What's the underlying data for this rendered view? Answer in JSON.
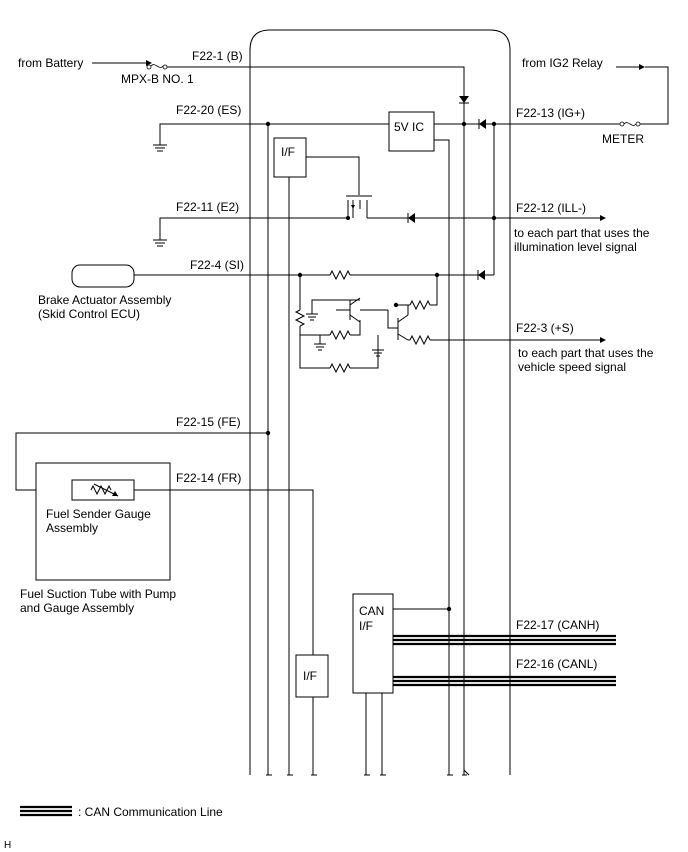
{
  "labels": {
    "from_battery": "from Battery",
    "mpx_b": "MPX-B NO. 1",
    "pin_b": "F22-1 (B)",
    "from_ig2": "from IG2 Relay",
    "pin_ig": "F22-13 (IG+)",
    "meter_fuse": "METER",
    "pin_es": "F22-20 (ES)",
    "ic_5v": "5V IC",
    "if_top": "I/F",
    "pin_e2": "F22-11 (E2)",
    "pin_ill": "F22-12 (ILL-)",
    "ill_note_1": "to each part that uses the",
    "ill_note_2": "illumination level signal",
    "pin_si": "F22-4 (SI)",
    "brake_1": "Brake Actuator Assembly",
    "brake_2": "(Skid Control ECU)",
    "pin_s": "F22-3 (+S)",
    "spd_note_1": "to each part that uses the",
    "spd_note_2": "vehicle speed signal",
    "pin_fe": "F22-15 (FE)",
    "pin_fr": "F22-14 (FR)",
    "sender_1": "Fuel Sender Gauge",
    "sender_2": "Assembly",
    "suction_1": "Fuel Suction Tube with Pump",
    "suction_2": "and Gauge Assembly",
    "can_if_1": "CAN",
    "can_if_2": "I/F",
    "if_bottom": "I/F",
    "pin_canh": "F22-17 (CANH)",
    "pin_canl": "F22-16 (CANL)",
    "legend": ": CAN Communication Line",
    "corner": "H"
  }
}
